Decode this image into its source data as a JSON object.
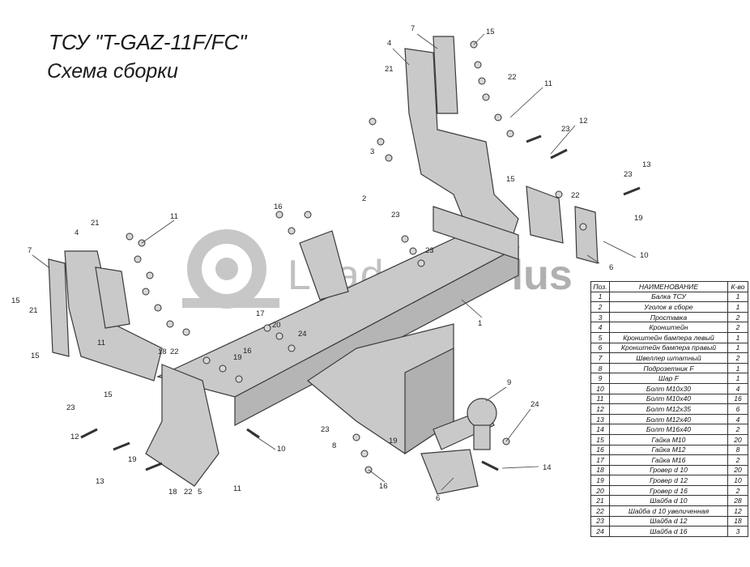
{
  "title": "ТСУ \"T-GAZ-11F/FC\"",
  "subtitle": "Схема сборки",
  "watermark": {
    "text_light": "Leader",
    "text_bold": "Plus"
  },
  "table": {
    "headers": {
      "pos": "Поз.",
      "name": "НАИМЕНОВАНИЕ",
      "qty": "К-во"
    },
    "rows": [
      {
        "pos": "1",
        "name": "Балка ТСУ",
        "qty": "1"
      },
      {
        "pos": "2",
        "name": "Уголок в сборе",
        "qty": "1"
      },
      {
        "pos": "3",
        "name": "Проставка",
        "qty": "2"
      },
      {
        "pos": "4",
        "name": "Кронштейн",
        "qty": "2"
      },
      {
        "pos": "5",
        "name": "Кронштейн бампера левый",
        "qty": "1"
      },
      {
        "pos": "6",
        "name": "Кронштейн бампера правый",
        "qty": "1"
      },
      {
        "pos": "7",
        "name": "Швеллер штатный",
        "qty": "2"
      },
      {
        "pos": "8",
        "name": "Подрозетник F",
        "qty": "1"
      },
      {
        "pos": "9",
        "name": "Шар F",
        "qty": "1"
      },
      {
        "pos": "10",
        "name": "Болт М10х30",
        "qty": "4"
      },
      {
        "pos": "11",
        "name": "Болт М10х40",
        "qty": "16"
      },
      {
        "pos": "12",
        "name": "Болт М12х35",
        "qty": "6"
      },
      {
        "pos": "13",
        "name": "Болт М12х40",
        "qty": "4"
      },
      {
        "pos": "14",
        "name": "Болт М16х40",
        "qty": "2"
      },
      {
        "pos": "15",
        "name": "Гайка М10",
        "qty": "20"
      },
      {
        "pos": "16",
        "name": "Гайка М12",
        "qty": "8"
      },
      {
        "pos": "17",
        "name": "Гайка  М16",
        "qty": "2"
      },
      {
        "pos": "18",
        "name": "Гровер d 10",
        "qty": "20"
      },
      {
        "pos": "19",
        "name": "Гровер d 12",
        "qty": "10"
      },
      {
        "pos": "20",
        "name": "Гровер d 16",
        "qty": "2"
      },
      {
        "pos": "21",
        "name": "Шайба d 10",
        "qty": "28"
      },
      {
        "pos": "22",
        "name": "Шайба d 10 увеличенная",
        "qty": "12"
      },
      {
        "pos": "23",
        "name": "Шайба d 12",
        "qty": "18"
      },
      {
        "pos": "24",
        "name": "Шайба d 16",
        "qty": "3"
      }
    ]
  },
  "callouts": [
    "1",
    "2",
    "3",
    "4",
    "5",
    "6",
    "7",
    "8",
    "9",
    "10",
    "11",
    "12",
    "13",
    "14",
    "15",
    "16",
    "17",
    "18",
    "19",
    "20",
    "21",
    "22",
    "23",
    "24"
  ],
  "colors": {
    "part_fill": "#c9c9c9",
    "part_stroke": "#3a3a3a",
    "leader_line": "#444444",
    "text": "#1a1a1a"
  }
}
